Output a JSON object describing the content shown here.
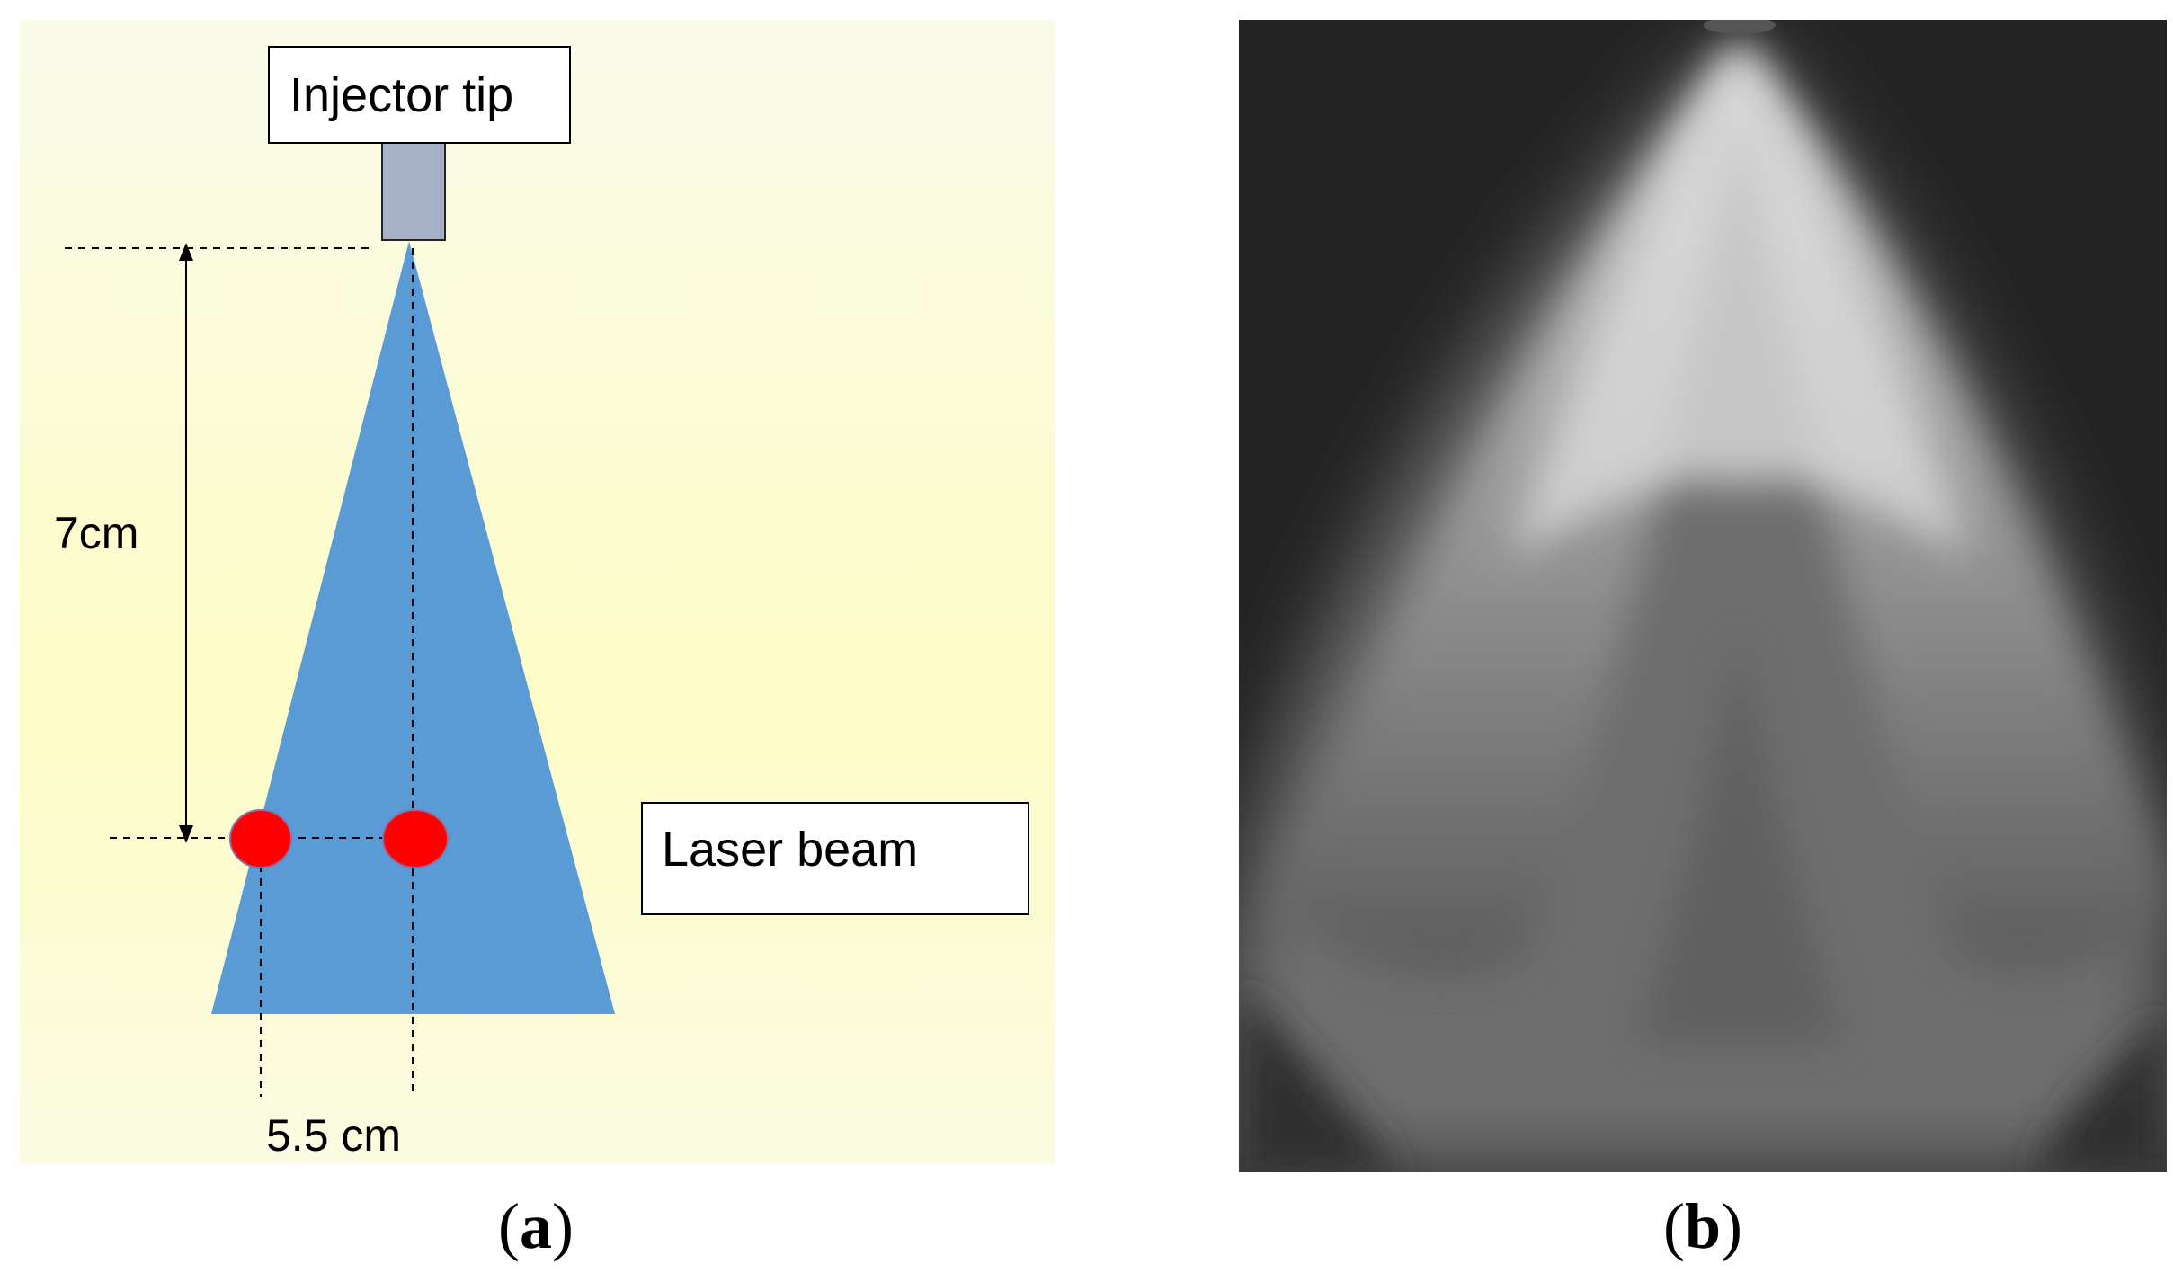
{
  "panel_a": {
    "injector_label": "Injector tip",
    "distance_label": "7cm",
    "laser_label": "Laser beam",
    "width_label": "5.5 cm",
    "caption_open": "(",
    "caption_letter": "a",
    "caption_close": ")"
  },
  "panel_b": {
    "caption_open": "(",
    "caption_letter": "b",
    "caption_close": ")"
  },
  "colors": {
    "spray_cone": "#5b9bd5",
    "laser_spot": "#ff0000",
    "injector_body": "#a6b0c6",
    "background_top": "#fafbe8",
    "background_mid": "#fcfcc8",
    "photo_background": "#232323"
  }
}
